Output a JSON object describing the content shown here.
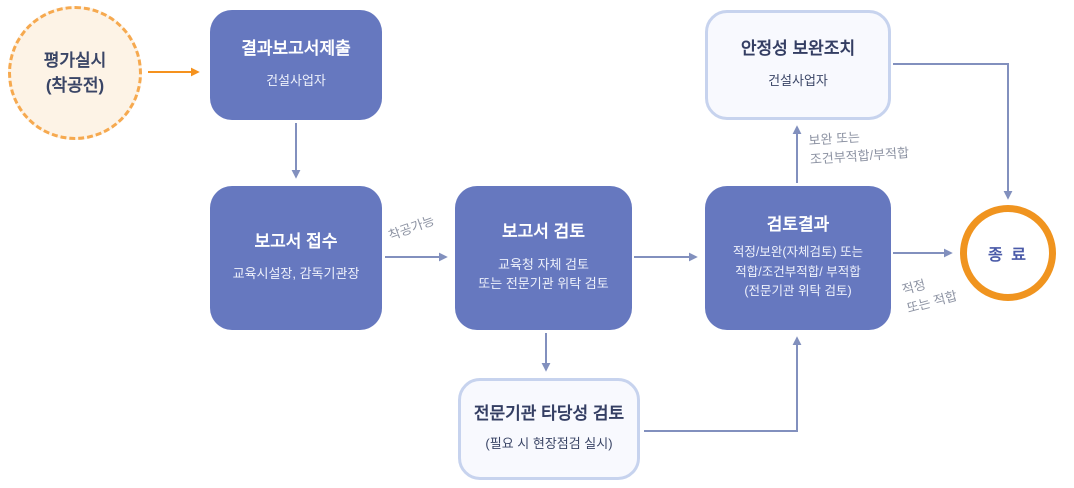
{
  "colors": {
    "box_blue": "#6678BF",
    "light_box_bg": "#F8F9FE",
    "light_box_border": "#C7D3EE",
    "start_circle_border": "#F6A94F",
    "start_circle_bg": "#FDF3E6",
    "end_circle_border": "#F0941F",
    "end_title_blue": "#4A5AA8",
    "arrow_blue": "#8290BE",
    "arrow_orange": "#F5921E",
    "edge_label_gray": "#8D93A3"
  },
  "nodes": {
    "start": {
      "title": "평가실시\n(착공전)"
    },
    "submit": {
      "title": "결과보고서제출",
      "subtitle": "건설사업자"
    },
    "receive": {
      "title": "보고서 접수",
      "subtitle": "교육시설장, 감독기관장"
    },
    "review": {
      "title": "보고서 검토",
      "subtitle": "교육청 자체 검토\n또는 전문기관  위탁 검토"
    },
    "result": {
      "title": "검토결과",
      "subtitle": "적정/보완(자체검토) 또는\n적합/조건부적합/ 부적합\n(전문기관 위탁 검토)"
    },
    "supplement": {
      "title": "안정성 보완조치",
      "subtitle": "건설사업자"
    },
    "feasibility": {
      "title": "전문기관 타당성 검토",
      "subtitle": "(필요 시 현장점검 실시)"
    },
    "end": {
      "title": "종 료"
    }
  },
  "edge_labels": {
    "construction_possible": "착공가능",
    "supplement_or_fail": "보완 또는\n조건부적합/부적합",
    "adequate_or_pass": "적정\n또는 적합"
  }
}
